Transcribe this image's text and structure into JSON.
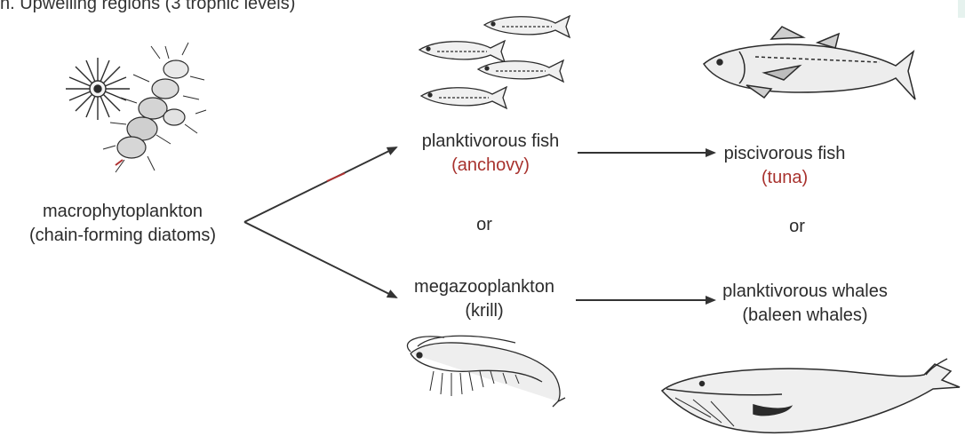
{
  "header": "n. Upwelling regions (3 trophic levels)",
  "nodes": {
    "producer": {
      "name": "macrophytoplankton",
      "example": "(chain-forming diatoms)"
    },
    "fish_planktivore": {
      "name": "planktivorous fish",
      "example": "(anchovy)"
    },
    "zooplankton": {
      "name": "megazooplankton",
      "example": "(krill)"
    },
    "fish_piscivore": {
      "name": "piscivorous fish",
      "example": "(tuna)"
    },
    "whale": {
      "name": "planktivorous whales",
      "example": "(baleen whales)"
    }
  },
  "connectors": {
    "or_left": "or",
    "or_right": "or"
  },
  "colors": {
    "ink": "#2b2b2b",
    "accent_red": "#a8322e"
  },
  "icons": [
    "diatom-chain-icon",
    "anchovy-school-icon",
    "tuna-icon",
    "krill-icon",
    "whale-icon"
  ]
}
